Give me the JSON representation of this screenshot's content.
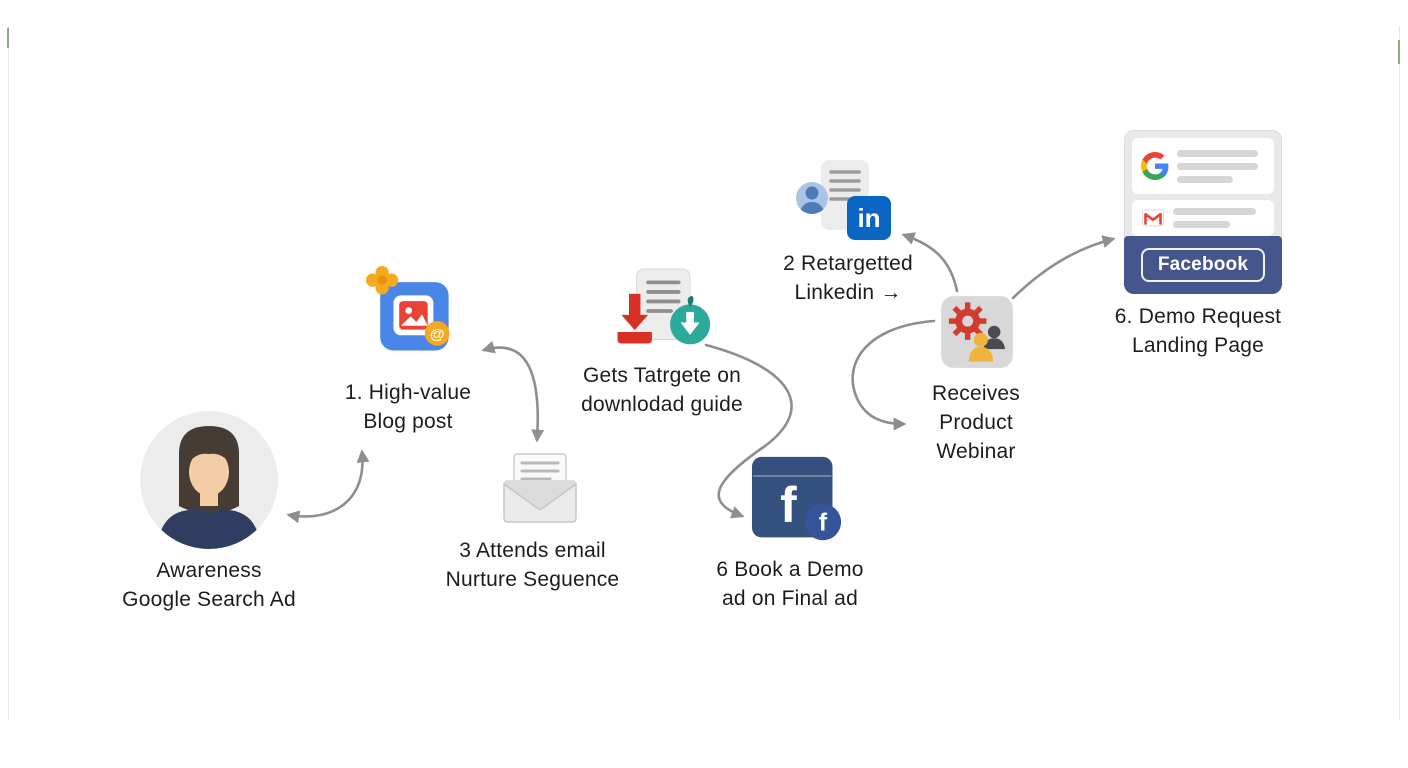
{
  "colors": {
    "arrow": "#8e8e8e",
    "text": "#1d1d1d",
    "blog_blue": "#4a86e8",
    "red": "#d93025",
    "amber": "#f6a821",
    "teal": "#2ba99b",
    "facebook_navy": "#34507e",
    "facebook_badge": "#35549a",
    "linkedin_blue": "#0a66c2",
    "landing_bar_blue": "#44568c",
    "gear_red": "#d23b2f",
    "person_yellow": "#f0b43c",
    "doc_gray": "#ededed"
  },
  "glyphs": {
    "at": "@",
    "facebook_f": "f",
    "linkedin_in": "in"
  },
  "landing": {
    "facebook_button": "Facebook"
  },
  "icons": {
    "awareness": "woman-avatar",
    "blog": "blog-post-image-card",
    "nurture": "email-envelope-open",
    "guide": "document-download",
    "demo_ad": "facebook-f-square",
    "retarget": "document-person-linkedin",
    "webinar": "gear-with-people",
    "landing_page": "search-results-stack-facebook"
  },
  "nodes": {
    "awareness": {
      "lines": [
        "Awareness",
        "Google Search Ad"
      ]
    },
    "blog": {
      "lines": [
        "1. High-value",
        "Blog post"
      ]
    },
    "nurture": {
      "lines": [
        "3 Attends email",
        "Nurture Seguence"
      ]
    },
    "guide": {
      "lines": [
        "Gets Tatrgete on",
        "downlodad guide"
      ]
    },
    "demo_ad": {
      "lines": [
        "6 Book a Demo",
        "ad on Final ad"
      ]
    },
    "retarget": {
      "lines": [
        "2 Retargetted",
        "Linkedin  →"
      ]
    },
    "webinar": {
      "lines": [
        "Receives",
        "Product",
        "Webinar"
      ]
    },
    "landing_page": {
      "lines": [
        "6. Demo Request",
        "Landing Page"
      ]
    }
  }
}
